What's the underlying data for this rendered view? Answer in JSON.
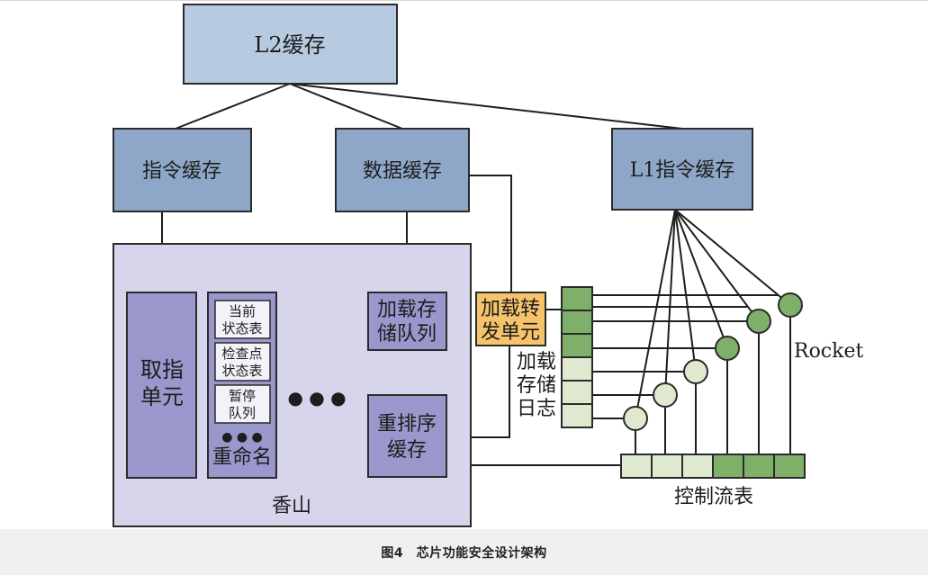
{
  "diagram": {
    "l2_cache": "L2缓存",
    "instr_cache": "指令缓存",
    "data_cache": "数据缓存",
    "l1_instr_cache": "L1指令缓存",
    "xiangshan": "香山",
    "fetch_unit": [
      "取指",
      "单元"
    ],
    "current_state_table": [
      "当前",
      "状态表"
    ],
    "checkpoint_state_table": [
      "检查点",
      "状态表"
    ],
    "pause_queue": [
      "暂停",
      "队列"
    ],
    "ellipsis": "● ● ●",
    "rename": "重命名",
    "load_store_queue": [
      "加载存",
      "储队列"
    ],
    "reorder_buffer": [
      "重排序",
      "缓存"
    ],
    "load_forward_unit": [
      "加载转",
      "发单元"
    ],
    "load_store_log": [
      "加载",
      "存储",
      "日志"
    ],
    "rocket": "Rocket",
    "control_flow_table": "控制流表"
  },
  "caption": "图4　芯片功能安全设计架构",
  "colors": {
    "box_blue": "#8ea7c9",
    "box_light_blue": "#b7cbe0",
    "xiangshan_bg": "#d7d5ec",
    "orange": "#f6c36a",
    "green_dark": "#7fb069",
    "green_light": "#dfe9cf"
  }
}
